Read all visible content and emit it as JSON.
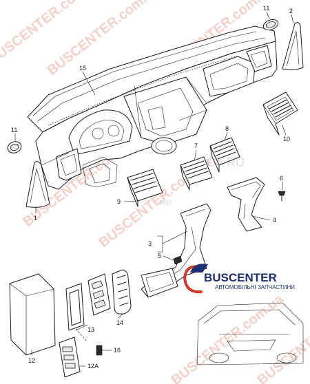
{
  "diagram": {
    "part_labels": {
      "p15": "15",
      "p11a": "11",
      "p2": "2",
      "p11b": "11",
      "p1": "1",
      "p10": "10",
      "p8": "8",
      "p7": "7",
      "p9": "9",
      "p6": "6",
      "p4": "4",
      "p3": "3",
      "p5": "5",
      "p12": "12",
      "p13": "13",
      "p14": "14",
      "p16": "16",
      "p12a": "12A"
    },
    "watermark_text": "BUSCENTER.com.ua",
    "catalog_mark": "CA RU",
    "year_mark": "2017"
  },
  "logo": {
    "name": "BUSCENTER",
    "tagline": "АВТОМОБІЛЬНІ ЗАПЧАСТИНИ",
    "colors": {
      "navy": "#1c2f6e",
      "red": "#d4372c"
    }
  }
}
